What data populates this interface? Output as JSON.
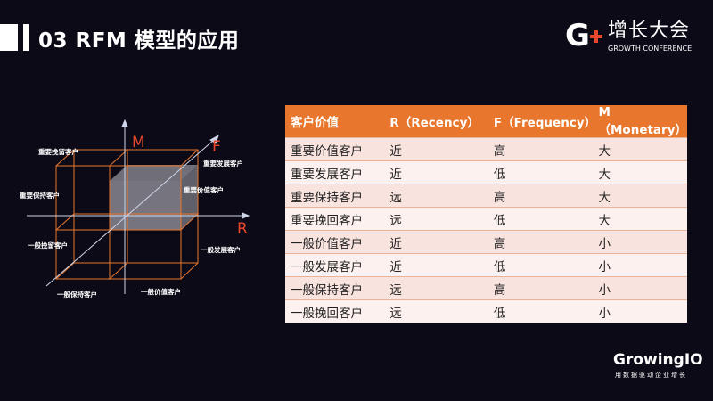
{
  "title": "03 RFM 模型的应用",
  "logo": {
    "mark": "G",
    "cn": "增长大会",
    "en": "GROWTH CONFERENCE"
  },
  "footer": {
    "brand": "GrowingIO",
    "slogan": "用数据驱动企业增长"
  },
  "diagram": {
    "axes": {
      "m": "M",
      "f": "F",
      "r": "R"
    },
    "labels": {
      "a": "重要挽留客户",
      "b": "重要发展客户",
      "c": "重要价值客户",
      "d": "重要保持客户",
      "e": "一般挽留客户",
      "f": "一般发展客户",
      "g": "一般保持客户",
      "h": "一般价值客户"
    }
  },
  "table": {
    "headers": [
      "客户价值",
      "R（Recency）",
      "F（Frequency）",
      "M（Monetary）"
    ],
    "rows": [
      [
        "重要价值客户",
        "近",
        "高",
        "大"
      ],
      [
        "重要发展客户",
        "近",
        "低",
        "大"
      ],
      [
        "重要保持客户",
        "远",
        "高",
        "大"
      ],
      [
        "重要挽回客户",
        "远",
        "低",
        "大"
      ],
      [
        "一般价值客户",
        "近",
        "高",
        "小"
      ],
      [
        "一般发展客户",
        "近",
        "低",
        "小"
      ],
      [
        "一般保持客户",
        "远",
        "高",
        "小"
      ],
      [
        "一般挽回客户",
        "远",
        "低",
        "小"
      ]
    ]
  },
  "colors": {
    "accent": "#e8762d",
    "background": "#0c0a17"
  }
}
